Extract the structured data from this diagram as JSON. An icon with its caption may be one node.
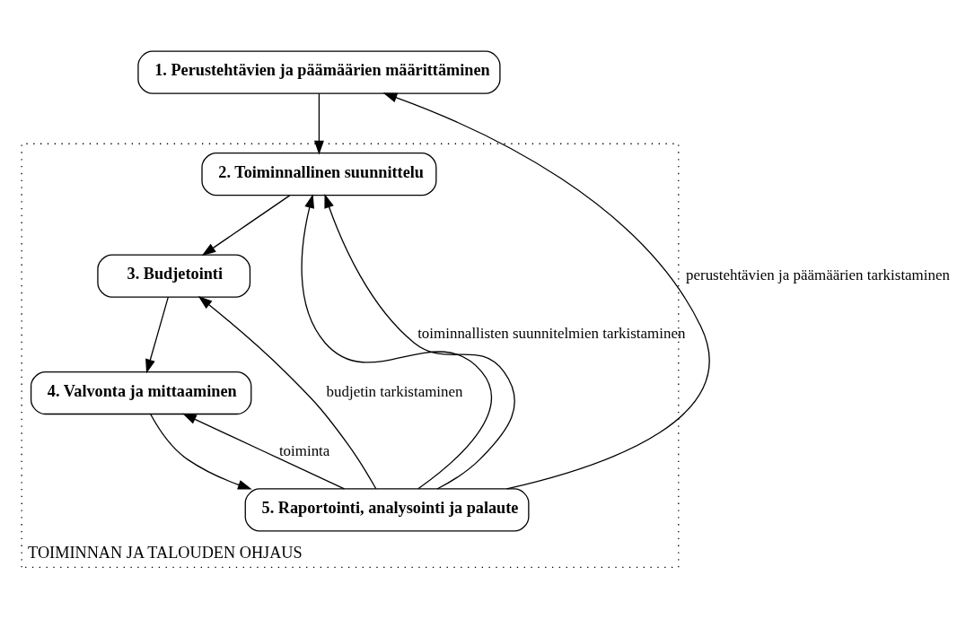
{
  "diagram": {
    "nodes": [
      {
        "text": [
          "1. Perustehtävien ja päämäärien määrittäminen"
        ]
      },
      {
        "text": [
          "TOIMINNAN JA TALOUDEN OHJAUS"
        ]
      },
      {
        "text": [
          "2. Toiminnallinen suunnittelu"
        ],
        "in": 1
      },
      {
        "text": [
          "3. Budjetointi"
        ],
        "in": 1
      },
      {
        "text": [
          "4. Valvonta ja mittaaminen"
        ],
        "in": 1
      },
      {
        "text": [
          "5. Raportointi, analysointi ja palaute"
        ],
        "in": 1
      }
    ],
    "edges": [
      {
        "from": 0,
        "to": 2,
        "arrow": "to"
      },
      {
        "from": 2,
        "to": 3,
        "arrow": "to"
      },
      {
        "from": 3,
        "to": 4,
        "arrow": "to"
      },
      {
        "from": 4,
        "to": 5,
        "arrow": "to"
      },
      {
        "from": 5,
        "to": 0,
        "arrow": "to",
        "label": "perustehtävien ja päämäärien tarkistaminen"
      },
      {
        "from": 5,
        "to": 2,
        "arrow": "to"
      },
      {
        "from": 5,
        "to": 2,
        "arrow": "to",
        "label": "toiminnallisten suunnitelmien tarkistaminen"
      },
      {
        "from": 5,
        "to": 3,
        "arrow": "to",
        "label": "budjetin tarkistaminen"
      },
      {
        "from": 5,
        "to": 4,
        "arrow": "to",
        "label": "toiminta"
      }
    ]
  }
}
